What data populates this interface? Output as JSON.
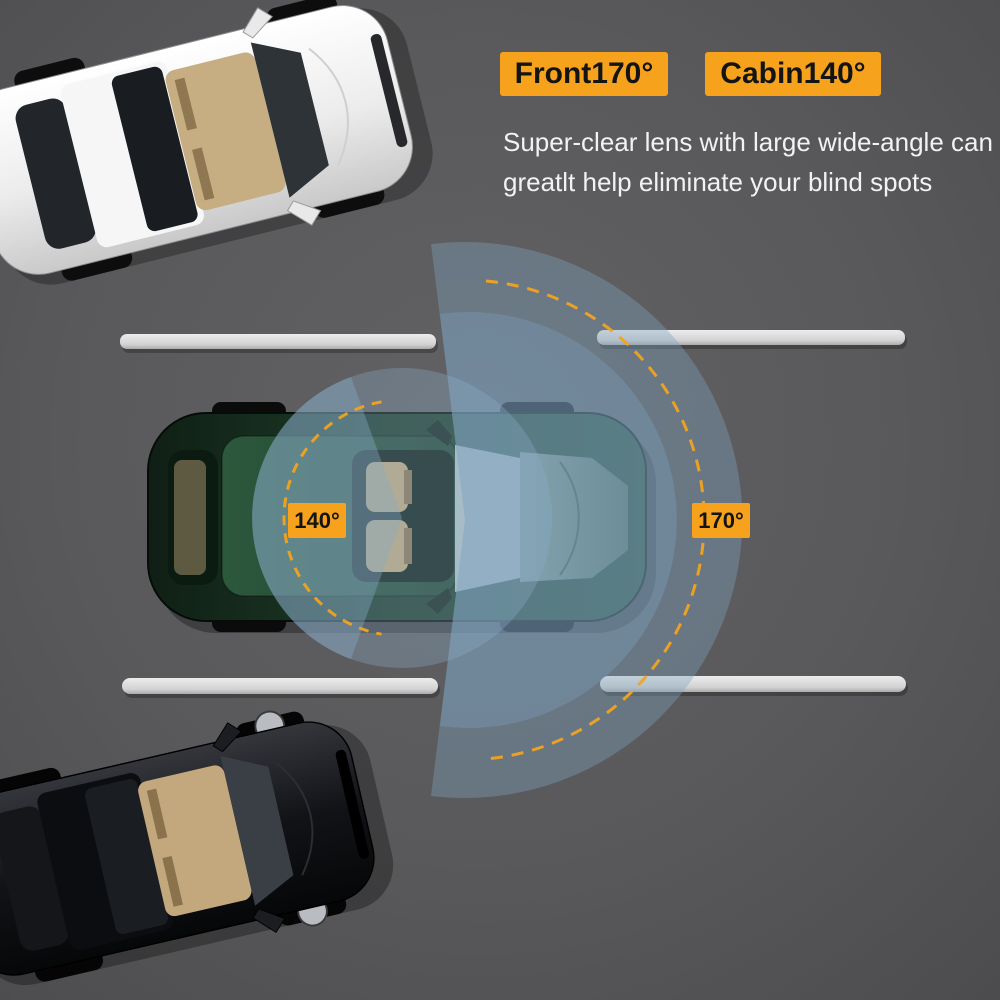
{
  "header": {
    "front_badge": "Front170°",
    "cabin_badge": "Cabin140°",
    "description_line1": "Super-clear lens with large wide-angle can",
    "description_line2": "greatlt help eliminate your blind spots"
  },
  "diagram": {
    "cabin_angle_label": "140°",
    "front_angle_label": "170°"
  },
  "colors": {
    "background": "#59595b",
    "accent_orange": "#f6a21c",
    "badge_text": "#141414",
    "beam_blue": "#7fa3c1",
    "arc_orange": "#f2a31d",
    "description_text": "#f2f2f2",
    "lane_line": "#d9d9d9",
    "car_green": "#2a4f36",
    "car_white": "#f2f2f2",
    "car_black": "#0a0b0d"
  }
}
